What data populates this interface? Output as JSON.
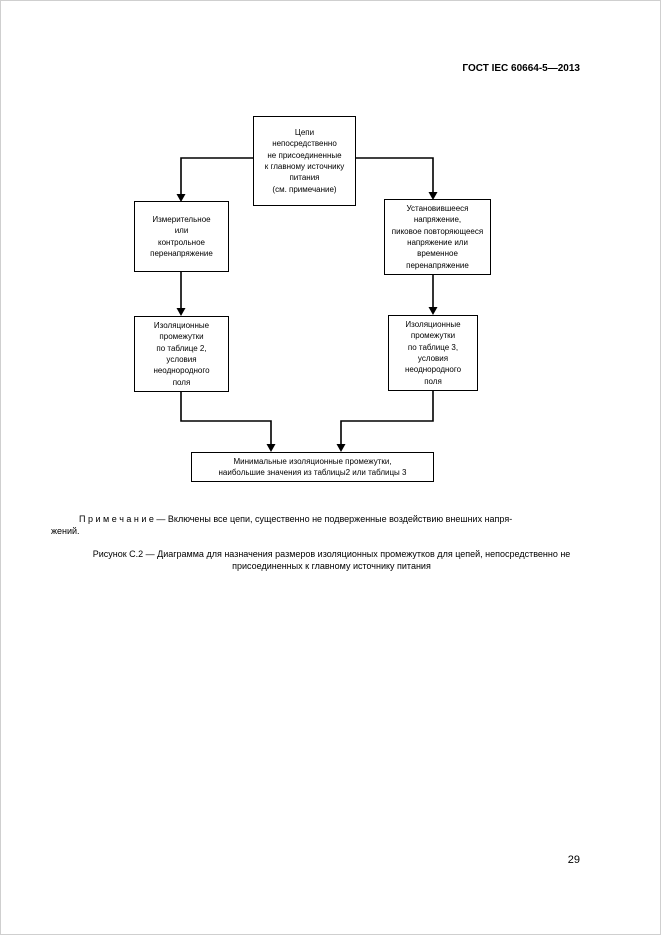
{
  "page": {
    "header": "ГОСТ IEC 60664-5—2013",
    "page_number": "29"
  },
  "flowchart": {
    "top_box": "Цепи\nнепосредственно\nне присоединенные\nк главному источнику\nпитания\n(см. примечание)",
    "left_box": "Измерительное\nили\nконтрольное\nперенапряжение",
    "right_box": "Установившееся\nнапряжение,\nпиковое повторяющееся\nнапряжение или\nвременное\nперенапряжение",
    "left_lower_box": "Изоляционные\nпромежутки\nпо таблице 2,\nусловия\nнеоднородного\nполя",
    "right_lower_box": "Изоляционные\nпромежутки\nпо таблице 3,\nусловия\nнеоднородного\nполя",
    "bottom_box": "Минимальные изоляционные промежутки,\nнаибольшие значения из таблицы2 или таблицы 3"
  },
  "note": "П р и м е ч а н и е  — Включены все цепи, существенно не подверженные воздействию внешних напря-\nжений.",
  "caption": "Рисунок С.2 — Диаграмма для назначения размеров изоляционных промежутков для цепей, непосредственно не\nприсоединенных к главному источнику питания"
}
